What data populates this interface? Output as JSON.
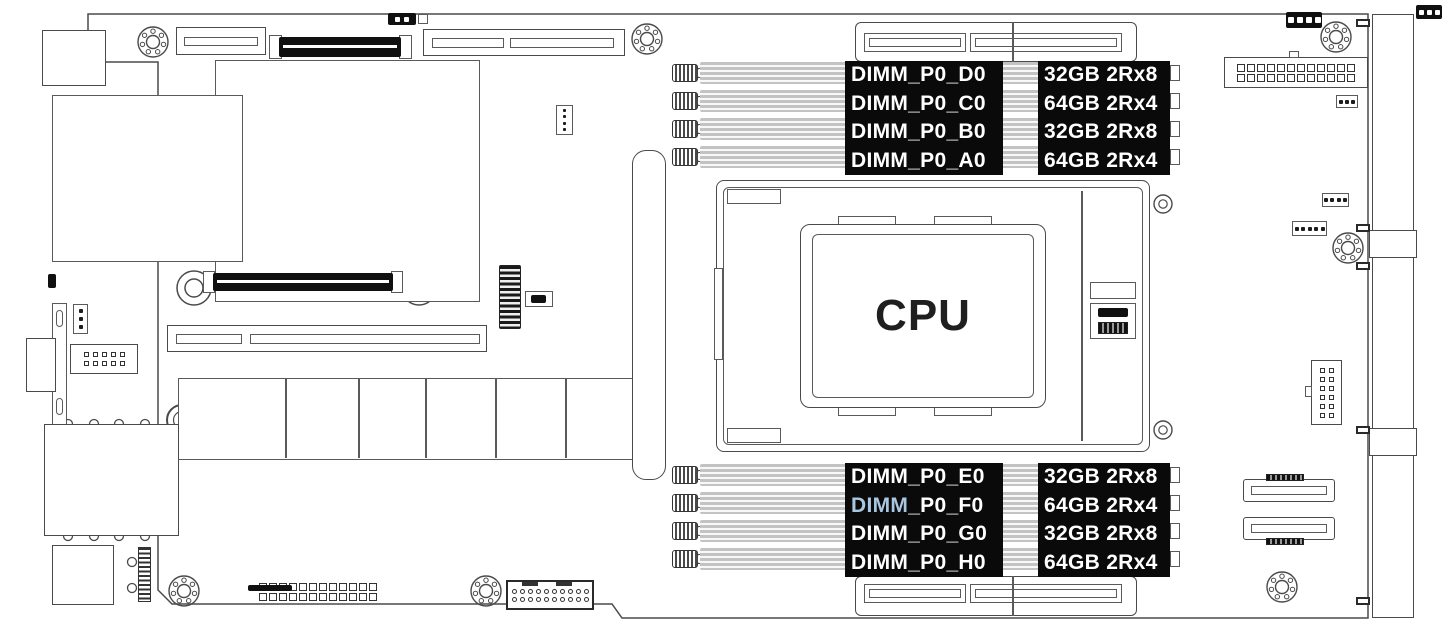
{
  "board": {
    "cpu_label": "CPU"
  },
  "dimm_groups": [
    {
      "position": "top",
      "slots": [
        {
          "name": "DIMM_P0_D0",
          "size": "32GB 2Rx8"
        },
        {
          "name": "DIMM_P0_C0",
          "size": "64GB 2Rx4"
        },
        {
          "name": "DIMM_P0_B0",
          "size": "32GB 2Rx8"
        },
        {
          "name": "DIMM_P0_A0",
          "size": "64GB 2Rx4"
        }
      ]
    },
    {
      "position": "bottom",
      "slots": [
        {
          "name": "DIMM_P0_E0",
          "size": "32GB 2Rx8"
        },
        {
          "name": "DIMM_P0_F0",
          "name_highlight": "DIMM",
          "name_rest": "_P0_F0",
          "size": "64GB 2Rx4"
        },
        {
          "name": "DIMM_P0_G0",
          "size": "32GB 2Rx8"
        },
        {
          "name": "DIMM_P0_H0",
          "size": "64GB 2Rx4"
        }
      ]
    }
  ],
  "colors": {
    "label_background": "#0a0a0a",
    "label_text": "#ffffff",
    "highlighted_text": "#a9c7e0",
    "line": "#4a4a4a"
  }
}
